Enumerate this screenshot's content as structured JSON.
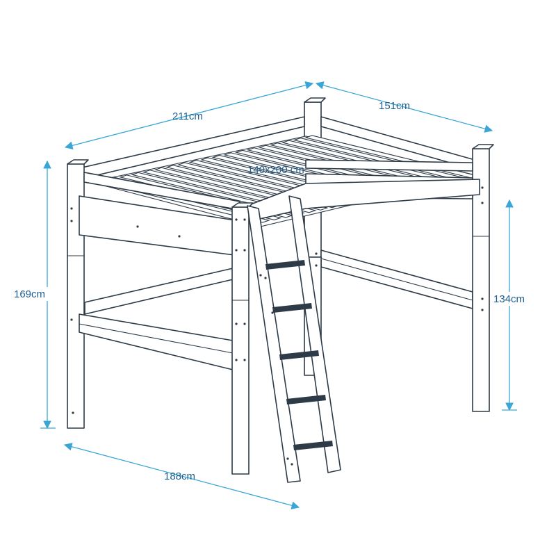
{
  "diagram": {
    "subject": "loft bed with ladder",
    "colors": {
      "outline": "#2d3a47",
      "dimension_line": "#3aa6d6",
      "dimension_text": "#1f5f8f",
      "background": "#ffffff"
    },
    "dimensions": {
      "length_total": "211cm",
      "width_total": "151cm",
      "mattress": "140x200 cm",
      "height_total": "169cm",
      "clearance_height": "134cm",
      "length_floor": "188cm"
    }
  }
}
